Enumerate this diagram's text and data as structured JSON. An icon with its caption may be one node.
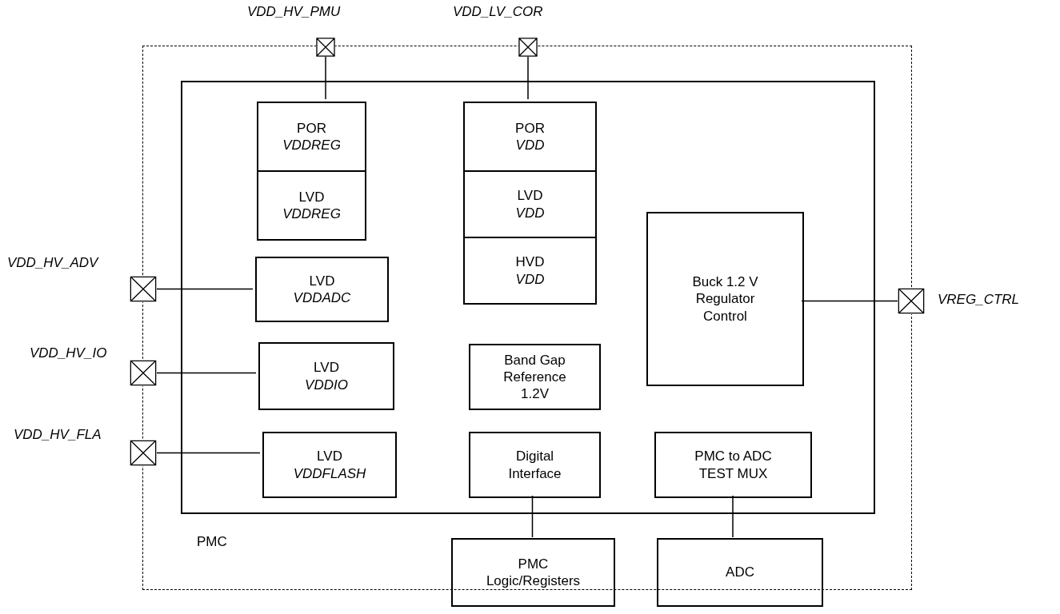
{
  "diagram": {
    "nodes": [
      {
        "text": [
          "PMC"
        ]
      },
      {
        "text": [],
        "shape": "box",
        "in": 0
      },
      {
        "text": [
          "VDD_HV_PMU"
        ]
      },
      {
        "text": [
          "VDD_LV_COR"
        ]
      },
      {
        "text": [
          "POR",
          "VDDREG"
        ],
        "in": 1
      },
      {
        "text": [
          "LVD",
          "VDDREG"
        ],
        "in": 1
      },
      {
        "text": [
          "POR",
          "VDD"
        ],
        "in": 1
      },
      {
        "text": [
          "LVD",
          "VDD"
        ],
        "in": 1
      },
      {
        "text": [
          "HVD",
          "VDD"
        ],
        "in": 1
      },
      {
        "text": [
          "VDD_HV_ADV"
        ]
      },
      {
        "text": [
          "LVD",
          "VDDADC"
        ],
        "in": 1
      },
      {
        "text": [
          "VDD_HV_IO"
        ]
      },
      {
        "text": [
          "LVD",
          "VDDIO"
        ],
        "in": 1
      },
      {
        "text": [
          "Band Gap Reference 1.2V"
        ],
        "in": 1
      },
      {
        "text": [
          "Buck 1.2 V Regulator Control"
        ],
        "in": 1
      },
      {
        "text": [
          "VREG_CTRL"
        ]
      },
      {
        "text": [
          "VDD_HV_FLA"
        ]
      },
      {
        "text": [
          "LVD",
          "VDDFLASH"
        ],
        "in": 1
      },
      {
        "text": [
          "Digital Interface"
        ],
        "in": 1
      },
      {
        "text": [
          "PMC to ADC TEST MUX"
        ],
        "in": 1
      },
      {
        "text": [
          "PMC Logic/Registers"
        ],
        "in": 0
      },
      {
        "text": [
          "ADC"
        ],
        "in": 0
      }
    ],
    "edges": [
      {
        "from": 2,
        "to": 4,
        "arrow": "none"
      },
      {
        "from": 3,
        "to": 6,
        "arrow": "none"
      },
      {
        "from": 9,
        "to": 10,
        "arrow": "none"
      },
      {
        "from": 11,
        "to": 12,
        "arrow": "none"
      },
      {
        "from": 14,
        "to": 15,
        "arrow": "none"
      },
      {
        "from": 16,
        "to": 17,
        "arrow": "none"
      },
      {
        "from": 18,
        "to": 20,
        "arrow": "none"
      },
      {
        "from": 19,
        "to": 21,
        "arrow": "none"
      }
    ]
  }
}
